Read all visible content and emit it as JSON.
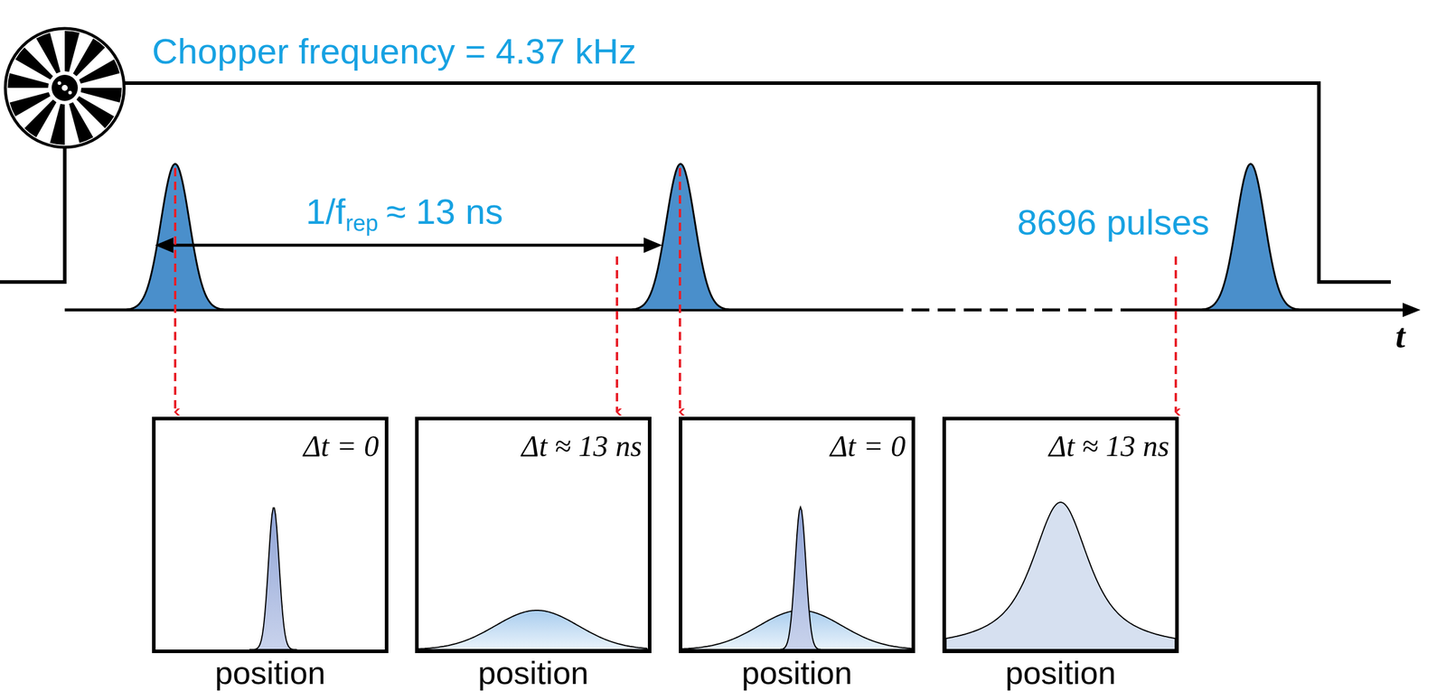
{
  "diagram": {
    "nodes": [
      {
        "text": [
          "Δt = 0",
          "position"
        ]
      },
      {
        "text": [
          "Δt ≈ 13 ns",
          "position"
        ]
      },
      {
        "text": [
          "Δt = 0",
          "position"
        ]
      },
      {
        "text": [
          "Δt ≈ 13 ns",
          "position"
        ]
      }
    ],
    "labels": [
      "Chopper frequency = 4.37 kHz",
      "1/f",
      "rep",
      "≈ 13 ns",
      "8696 pulses",
      "t"
    ]
  }
}
